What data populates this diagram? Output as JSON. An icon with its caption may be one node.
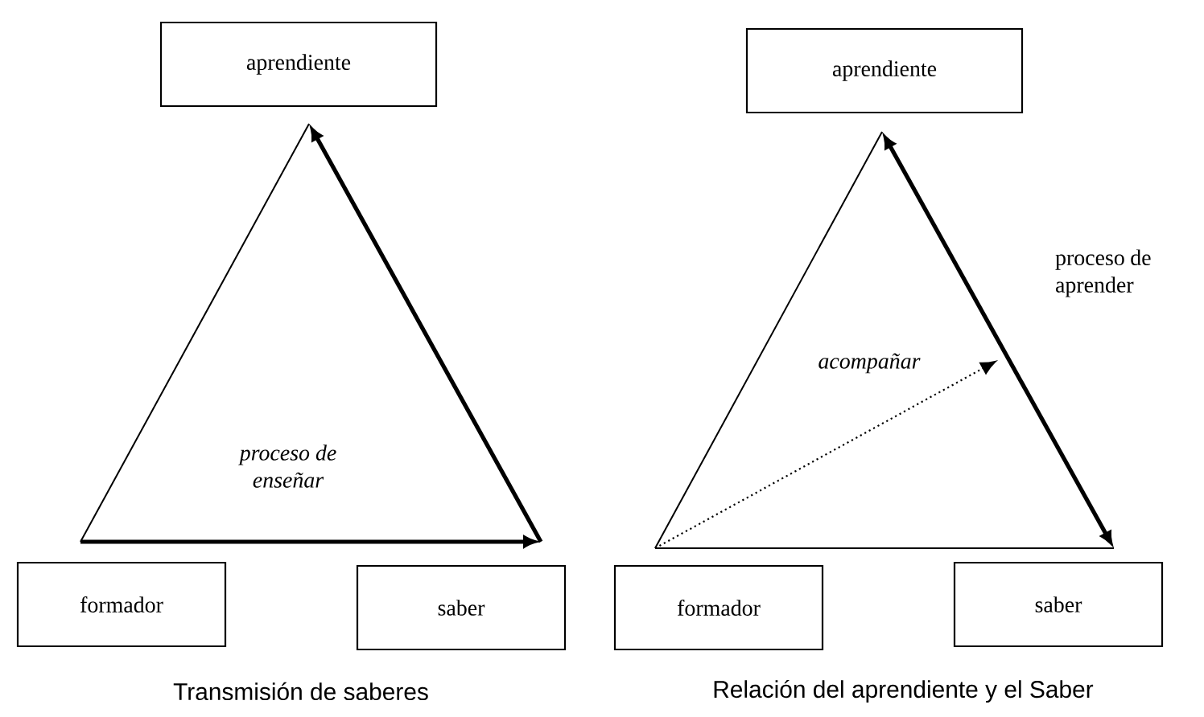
{
  "diagram": {
    "nodes": [
      {
        "text": [
          "aprendiente"
        ]
      },
      {
        "text": [
          "formador"
        ]
      },
      {
        "text": [
          "saber"
        ]
      },
      {
        "text": [
          "aprendiente"
        ]
      },
      {
        "text": [
          "formador"
        ]
      },
      {
        "text": [
          "saber"
        ]
      }
    ],
    "edges": [
      {
        "from": 1,
        "to": 0,
        "arrow": "none"
      },
      {
        "from": 1,
        "to": 2,
        "arrow": "to",
        "style": "thick",
        "label": "*proceso de enseñar*"
      },
      {
        "from": 2,
        "to": 0,
        "arrow": "to",
        "style": "thick"
      },
      {
        "from": 4,
        "to": 3,
        "arrow": "none"
      },
      {
        "from": 4,
        "to": 5,
        "arrow": "none"
      },
      {
        "from": 3,
        "to": 5,
        "arrow": "both",
        "style": "thick",
        "label": "proceso de aprender"
      },
      {
        "from": 4,
        "to": null,
        "arrow": "to",
        "style": "dashed",
        "label": "*acompañar*"
      }
    ],
    "labels": [
      "Transmisión de saberes",
      "Relación del aprendiente y el Saber"
    ]
  }
}
